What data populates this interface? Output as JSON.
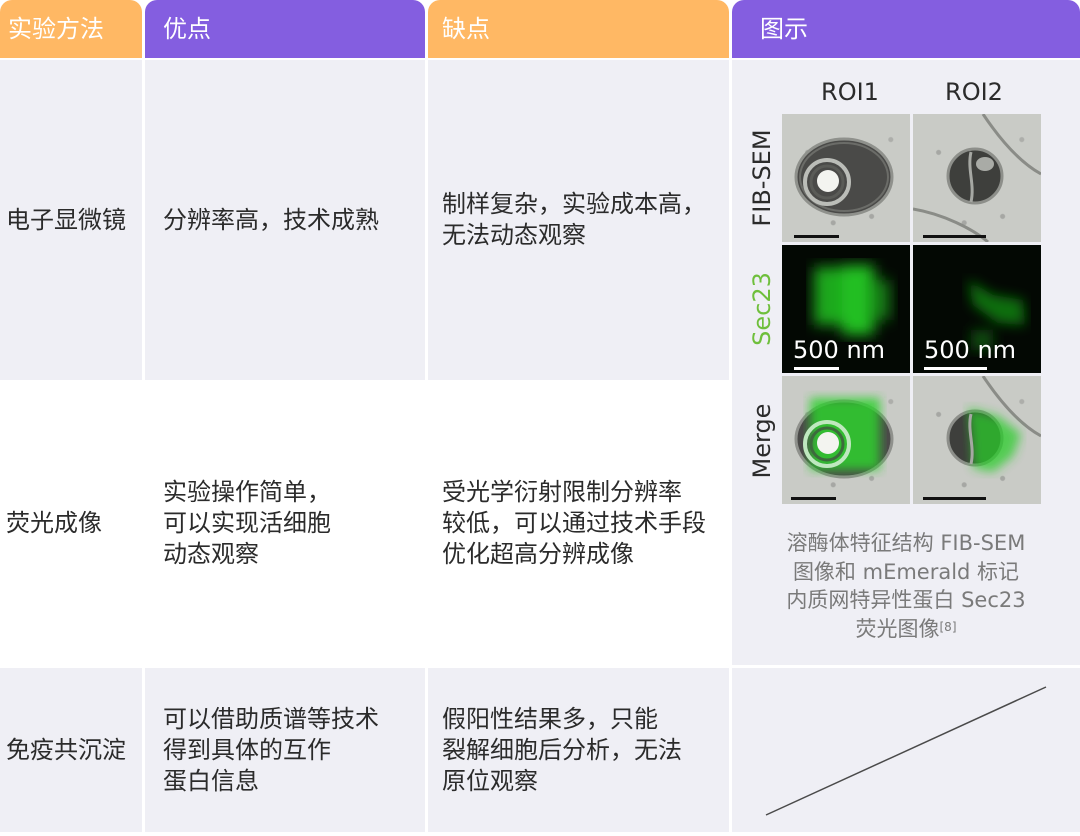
{
  "header": {
    "col_method": "实验方法",
    "col_pros": "优点",
    "col_cons": "缺点",
    "col_figure": "图示"
  },
  "colors": {
    "orange": "#ffb864",
    "purple": "#845ee0",
    "lavender": "#efeff5",
    "green_label": "#6fbf3c",
    "caption_gray": "#7a7a7a"
  },
  "rows": [
    {
      "method": "电子显微镜",
      "pros": "分辨率高，技术成熟",
      "cons": "制样复杂，实验成本高，\n无法动态观察"
    },
    {
      "method": "荧光成像",
      "pros": "实验操作简单，\n可以实现活细胞\n动态观察",
      "cons": "受光学衍射限制分辨率\n较低，可以通过技术手段\n优化超高分辨成像"
    },
    {
      "method": "免疫共沉淀",
      "pros": "可以借助质谱等技术\n得到具体的互作\n蛋白信息",
      "cons": "假阳性结果多，只能\n裂解细胞后分析，无法\n原位观察"
    }
  ],
  "figure": {
    "col_labels": [
      "ROI1",
      "ROI2"
    ],
    "row_labels": [
      "FIB-SEM",
      "Sec23",
      "Merge"
    ],
    "scale_label": "500 nm",
    "caption_lines": [
      "溶酶体特征结构 FIB-SEM",
      "图像和 mEmerald 标记",
      "内质网特异性蛋白 Sec23"
    ],
    "caption_last": "荧光图像",
    "caption_ref": "[8]"
  }
}
